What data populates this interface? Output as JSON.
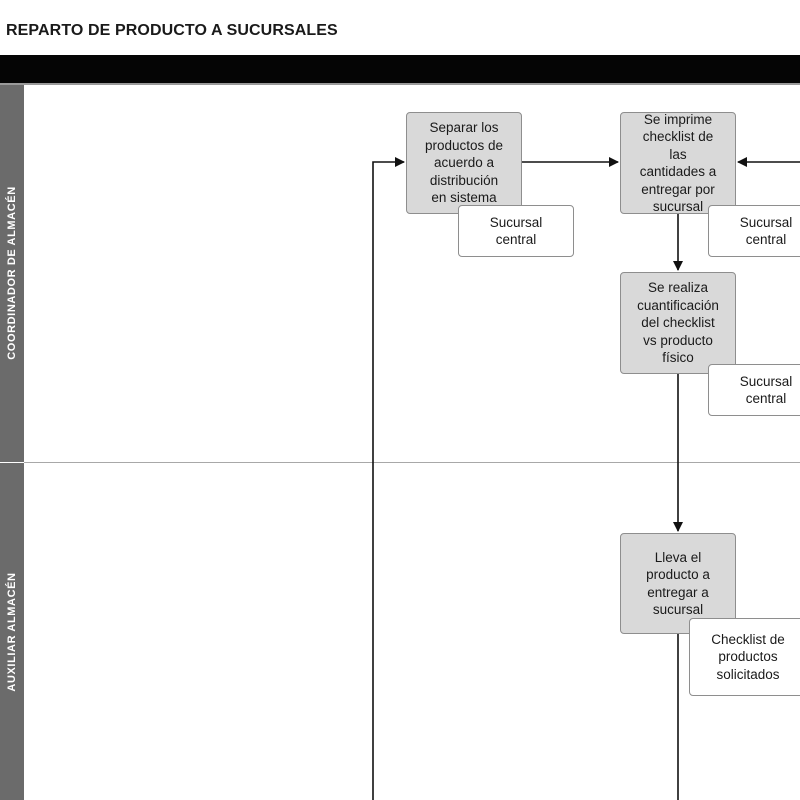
{
  "title": "REPARTO DE PRODUCTO A SUCURSALES",
  "lanes": [
    {
      "label": "COORDINADOR DE ALMACÉN"
    },
    {
      "label": "AUXILIAR ALMACÉN"
    }
  ],
  "processes": [
    {
      "text": "Separar los\nproductos de\nacuerdo a\ndistribución\nen sistema"
    },
    {
      "text": "Se imprime\nchecklist de\nlas\ncantidades a\nentregar por\nsucursal"
    },
    {
      "text": "Se realiza\ncuantificación\ndel checklist\nvs producto\nfísico"
    },
    {
      "text": "Lleva el\nproducto a\nentregar a\nsucursal"
    }
  ],
  "notes": [
    {
      "text": "Sucursal\ncentral"
    },
    {
      "text": "Sucursal\ncentral"
    },
    {
      "text": "Sucursal\ncentral"
    },
    {
      "text": "Checklist de\nproductos\nsolicitados"
    }
  ]
}
